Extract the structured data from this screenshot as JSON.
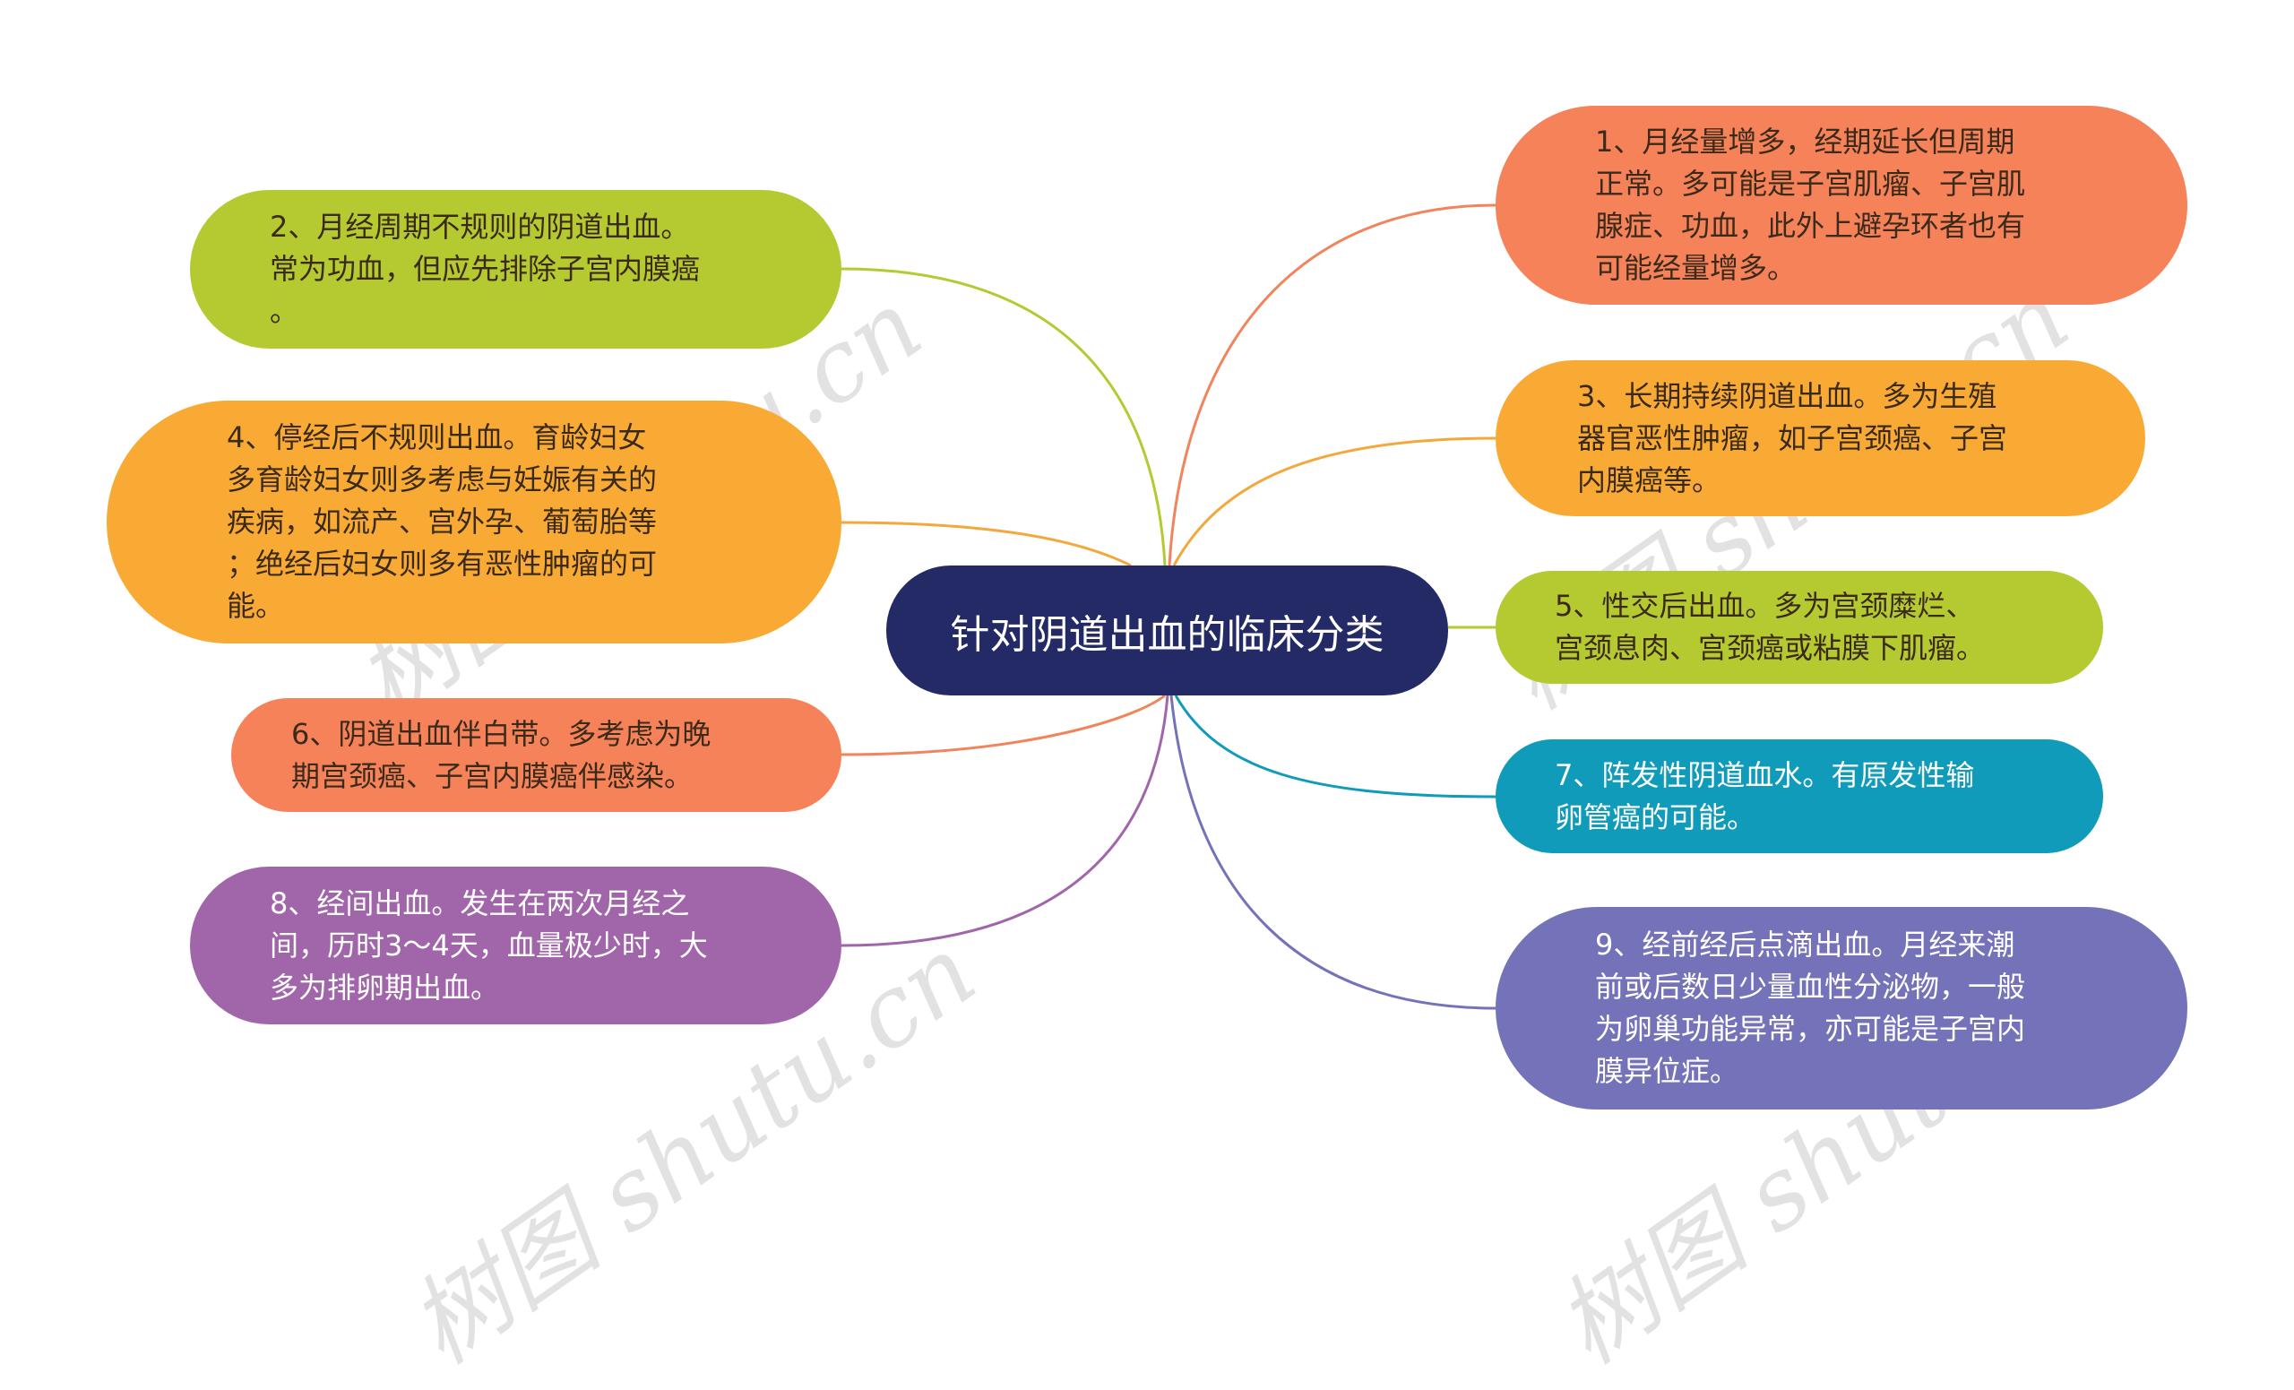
{
  "title": "针对阴道出血的临床分类",
  "watermark": "树图 shutu.cn",
  "colors": {
    "center": "#232a66",
    "orange_red": "#f6825a",
    "yellow_green": "#b5c930",
    "amber": "#f9aa35",
    "teal": "#119bba",
    "purple": "#a066a9",
    "blue_violet": "#7473b9"
  },
  "nodes": [
    {
      "id": 1,
      "side": "right",
      "text": "1、月经量增多，经期延长但周期\n正常。多可能是子宫肌瘤、子宫肌\n腺症、功血，此外上避孕环者也有\n可能经量增多。",
      "color": "#f6825a"
    },
    {
      "id": 2,
      "side": "left",
      "text": "2、月经周期不规则的阴道出血。\n常为功血，但应先排除子宫内膜癌\n。",
      "color": "#b5c930"
    },
    {
      "id": 3,
      "side": "right",
      "text": "3、长期持续阴道出血。多为生殖\n器官恶性肿瘤，如子宫颈癌、子宫\n内膜癌等。",
      "color": "#f9aa35"
    },
    {
      "id": 4,
      "side": "left",
      "text": "4、停经后不规则出血。育龄妇女\n多育龄妇女则多考虑与妊娠有关的\n疾病，如流产、宫外孕、葡萄胎等\n；绝经后妇女则多有恶性肿瘤的可\n能。",
      "color": "#f9aa35"
    },
    {
      "id": 5,
      "side": "right",
      "text": "5、性交后出血。多为宫颈糜烂、\n宫颈息肉、宫颈癌或粘膜下肌瘤。",
      "color": "#b5c930"
    },
    {
      "id": 6,
      "side": "left",
      "text": "6、阴道出血伴白带。多考虑为晚\n期宫颈癌、子宫内膜癌伴感染。",
      "color": "#f6825a"
    },
    {
      "id": 7,
      "side": "right",
      "text": "7、阵发性阴道血水。有原发性输\n卵管癌的可能。",
      "color": "#119bba"
    },
    {
      "id": 8,
      "side": "left",
      "text": "8、经间出血。发生在两次月经之\n间，历时3～4天，血量极少时，大\n多为排卵期出血。",
      "color": "#a066a9"
    },
    {
      "id": 9,
      "side": "right",
      "text": "9、经前经后点滴出血。月经来潮\n前或后数日少量血性分泌物，一般\n为卵巢功能异常，亦可能是子宫内\n膜异位症。",
      "color": "#7473b9"
    }
  ]
}
